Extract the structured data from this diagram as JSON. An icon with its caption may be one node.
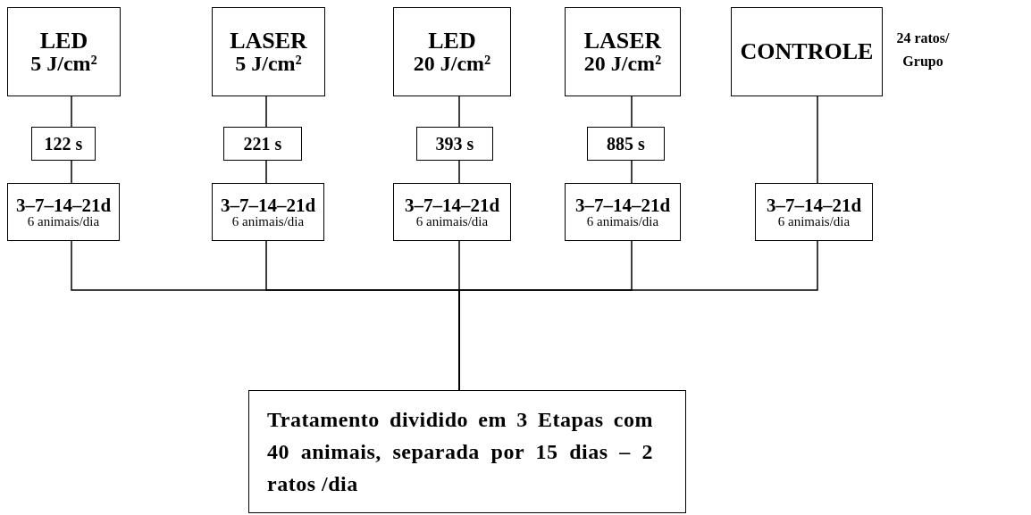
{
  "diagram": {
    "nodes": [
      {
        "text": [
          "LED",
          "5 J/cm²"
        ]
      },
      {
        "text": [
          "LASER",
          "5 J/cm²"
        ]
      },
      {
        "text": [
          "LED",
          "20 J/cm²"
        ]
      },
      {
        "text": [
          "LASER",
          "20 J/cm²"
        ]
      },
      {
        "text": [
          "CONTROLE"
        ],
        "beside": [
          "24 ratos/ Grupo"
        ]
      },
      {
        "text": [
          "122 s"
        ]
      },
      {
        "text": [
          "221 s"
        ]
      },
      {
        "text": [
          "393 s"
        ]
      },
      {
        "text": [
          "885 s"
        ]
      },
      {
        "text": [
          "3–7–14–21d",
          "6 animais/dia"
        ]
      },
      {
        "text": [
          "3–7–14–21d",
          "6 animais/dia"
        ]
      },
      {
        "text": [
          "3–7–14–21d",
          "6 animais/dia"
        ]
      },
      {
        "text": [
          "3–7–14–21d",
          "6 animais/dia"
        ]
      },
      {
        "text": [
          "3–7–14–21d",
          "6 animais/dia"
        ]
      },
      {
        "text": [
          "Tratamento dividido em 3 Etapas com 40 animais, separada por 15 dias – 2 ratos /dia"
        ]
      }
    ],
    "edges": [
      {
        "from": 0,
        "to": 5,
        "arrow": "none"
      },
      {
        "from": 5,
        "to": 9,
        "arrow": "none"
      },
      {
        "from": 1,
        "to": 6,
        "arrow": "none"
      },
      {
        "from": 6,
        "to": 10,
        "arrow": "none"
      },
      {
        "from": 2,
        "to": 7,
        "arrow": "none"
      },
      {
        "from": 7,
        "to": 11,
        "arrow": "none"
      },
      {
        "from": 3,
        "to": 8,
        "arrow": "none"
      },
      {
        "from": 8,
        "to": 12,
        "arrow": "none"
      },
      {
        "from": 4,
        "to": 13,
        "arrow": "none"
      },
      {
        "from": 9,
        "to": 14,
        "arrow": "none"
      },
      {
        "from": 10,
        "to": 14,
        "arrow": "none"
      },
      {
        "from": 11,
        "to": 14,
        "arrow": "none"
      },
      {
        "from": 12,
        "to": 14,
        "arrow": "none"
      },
      {
        "from": 13,
        "to": 14,
        "arrow": "none"
      }
    ]
  }
}
